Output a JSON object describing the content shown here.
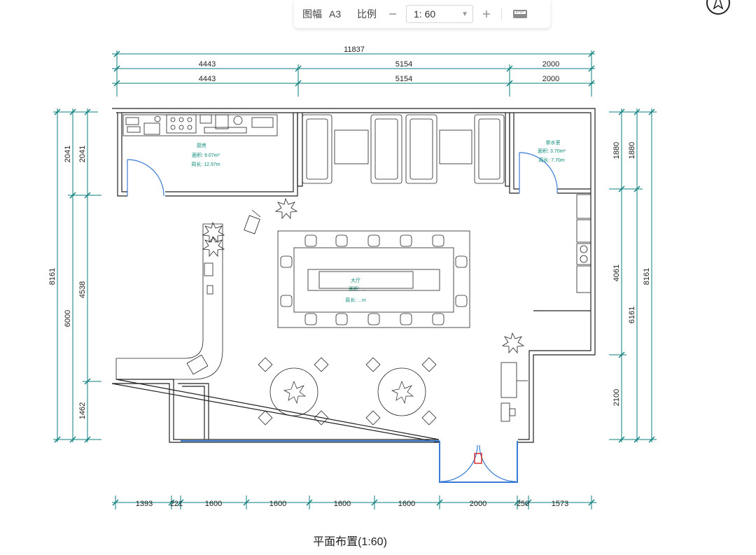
{
  "toolbar": {
    "paper_label": "图幅",
    "paper_value": "A3",
    "scale_label": "比例",
    "scale_value": "1: 60",
    "minus_icon": "minus-icon",
    "plus_icon": "plus-icon",
    "ruler_icon": "ruler-icon"
  },
  "plan": {
    "title": "平面布置(1:60)",
    "colors": {
      "dimension": "#0b7d7d",
      "wall": "#222222",
      "glass": "#3a7bd5",
      "label": "#0b8a7a"
    },
    "top_dims": {
      "overall": "11837",
      "row1": [
        "4443",
        "5154",
        "2000"
      ],
      "row2": [
        "4443",
        "5154",
        "2000"
      ]
    },
    "bottom_dims": [
      "1393",
      "221",
      "1600",
      "1600",
      "1600",
      "1600",
      "2000",
      "250",
      "1573"
    ],
    "left_dims": {
      "overall": "8161",
      "mid": [
        "2041",
        "6000"
      ],
      "inner": [
        "2041",
        "4538",
        "1462"
      ]
    },
    "right_dims": {
      "overall": "8161",
      "mid": [
        "1880",
        "6161"
      ],
      "inner": [
        "1880",
        "4061",
        "2100"
      ]
    },
    "rooms": {
      "kitchen": {
        "name": "厨房",
        "area": "面积: 9.07m²",
        "perimeter": "周长: 12.97m"
      },
      "tea_room": {
        "name": "茶水室",
        "area": "面积: 3.70m²",
        "perimeter": "周长: 7.70m"
      },
      "hall": {
        "name": "大厅",
        "area": "面积: ...",
        "perimeter": "周长: ...m"
      }
    }
  }
}
